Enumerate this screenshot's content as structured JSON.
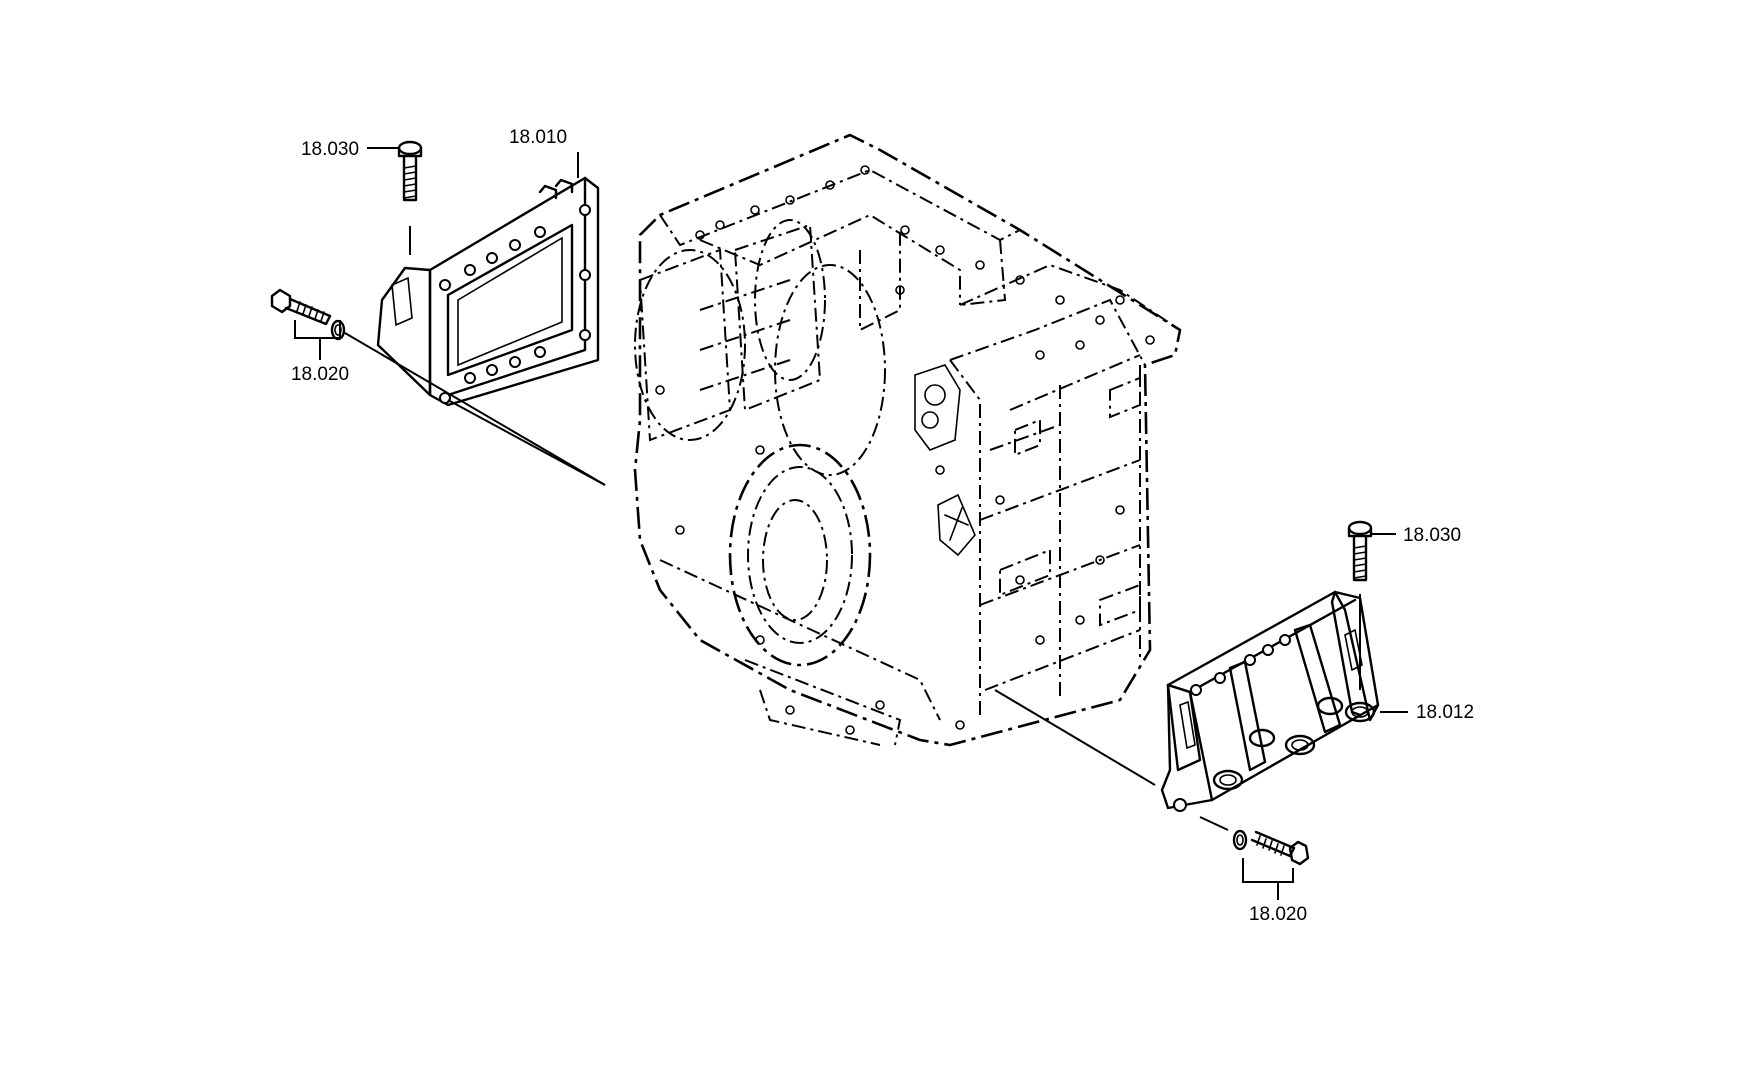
{
  "callouts": {
    "bracket_left": "18.010",
    "bolt_top_left": "18.030",
    "bolt_side_left": "18.020",
    "bolt_top_right": "18.030",
    "bracket_right": "18.012",
    "bolt_side_right": "18.020"
  }
}
